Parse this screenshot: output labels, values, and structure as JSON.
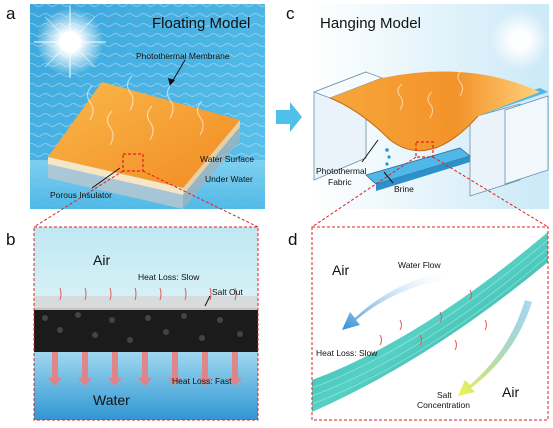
{
  "panels": {
    "a": {
      "letter": "a",
      "title": "Floating Model",
      "membrane_label": "Photothermal Membrane",
      "water_surface_label": "Water Surface",
      "under_water_label": "Under Water",
      "insulator_label": "Porous Insulator"
    },
    "b": {
      "letter": "b",
      "air_label": "Air",
      "heat_loss_slow_label": "Heat Loss: Slow",
      "salt_out_label": "Salt Out",
      "heat_loss_fast_label": "Heat Loss: Fast",
      "water_label": "Water"
    },
    "c": {
      "letter": "c",
      "title": "Hanging Model",
      "fabric_label_line1": "Photothermal",
      "fabric_label_line2": "Fabric",
      "brine_label": "Brine"
    },
    "d": {
      "letter": "d",
      "air_label_top": "Air",
      "water_flow_label": "Water Flow",
      "heat_loss_slow_label": "Heat Loss: Slow",
      "salt_label_line1": "Salt",
      "salt_label_line2": "Concentration",
      "air_label_bottom": "Air"
    }
  },
  "colors": {
    "water_blue": "#4fb8e6",
    "photothermal_orange": "#f5a030",
    "connector_red": "#e02020",
    "flow_arrow_blue": "#2f8fd8",
    "salt_arrow_yellow": "#e8f04a",
    "fiber_teal": "#2fb6a8"
  },
  "icons": [
    "sun-icon",
    "arrow-right-icon",
    "water-flow-arrow-icon",
    "salt-concentration-arrow-icon"
  ]
}
